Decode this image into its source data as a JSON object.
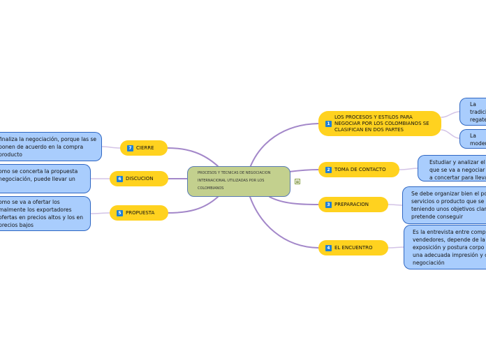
{
  "central_topic": {
    "text": "PROCESOS Y TECNICAS DE NEGOCIACION INTERNACIONAL UTILIZADAS POR LOS COLOMBIANOS"
  },
  "topics": [
    {
      "number": "1",
      "label": "LOS PROCESOS Y ESTILOS PARA NEGOCIAR POR LOS COLOMBIANOS SE CLASIFICAN EN DOS PARTES"
    },
    {
      "number": "2",
      "label": "TOMA DE CONTACTO"
    },
    {
      "number": "3",
      "label": "PREPARACION"
    },
    {
      "number": "4",
      "label": "EL ENCUENTRO"
    },
    {
      "number": "5",
      "label": "PROPUESTA"
    },
    {
      "number": "6",
      "label": "DISCUCION"
    },
    {
      "number": "7",
      "label": "CIERRE"
    }
  ],
  "details": [
    {
      "text": "La tradicional regateo tener que"
    },
    {
      "text": "La moderna beneficio"
    },
    {
      "text": "Estudiar y analizar el que se va a negociar y a concertar para llevar"
    },
    {
      "text": "Se debe organizar bien el po servicios o producto que se v teniendo unos objetivos clar pretende conseguir"
    },
    {
      "text": "Es la entrevista entre comp vendedores, depende de la exposición y postura corpo una adecuada impresión y c negociación"
    },
    {
      "text": "finaliza la negociación, porque las se ponen de acuerdo en la compra producto"
    },
    {
      "text": "omo se concerta la propuesta negociación, puede llevar un"
    },
    {
      "text": "omo se va a ofertar los malmente los exportadores ofertas en precios altos y los en precios bajos"
    }
  ],
  "colors": {
    "central_fill": "#c3d08e",
    "topic_fill": "#ffd21f",
    "detail_fill": "#a9cdfd",
    "detail_border": "#2e66c2",
    "badge": "#1f7fd6",
    "connector": "#a387c9"
  }
}
